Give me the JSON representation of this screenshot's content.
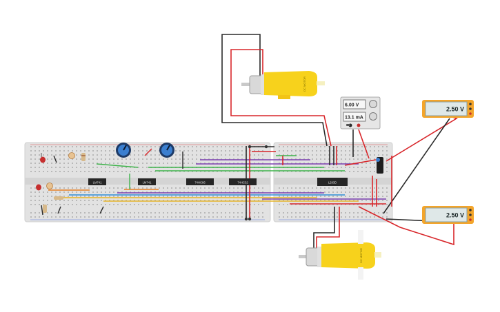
{
  "power_supply": {
    "voltage": "6.00 V",
    "current": "13.1 mA"
  },
  "multimeter_top": {
    "reading": "2.50 V"
  },
  "multimeter_bottom": {
    "reading": "2.50 V"
  },
  "motor_top": {
    "label": "DC MOTOR"
  },
  "motor_bottom": {
    "label": "DC MOTOR"
  },
  "chips": {
    "chip1": "LM741",
    "chip2": "LM741",
    "chip3": "74HC86",
    "chip4": "74HC32",
    "chip5": "L293D"
  },
  "colors": {
    "wire_red": "#d8262a",
    "wire_black": "#2a2a2a",
    "wire_green": "#3db34a",
    "wire_purple": "#7a3fb0",
    "wire_yellow": "#e6b325",
    "wire_blue": "#2f8fd8",
    "wire_orange": "#e67e22",
    "motor_yellow": "#f7d21c",
    "meter_frame": "#f3a52b",
    "meter_screen": "#dfe8e8"
  }
}
